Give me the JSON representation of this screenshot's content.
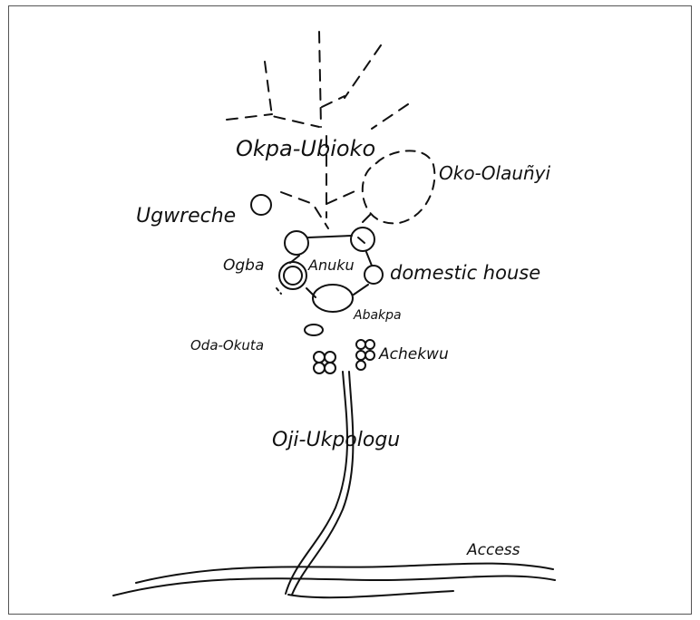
{
  "labels": {
    "okpa_ubioko": "Okpa-Ubioko",
    "oko_olaunyi": "Oko-Olauñyi",
    "ugwreche": "Ugwreche",
    "ogba": "Ogba",
    "anuku": "Anuku",
    "domestic_house": "domestic house",
    "abakpa": "Abakpa",
    "oda_okuta": "Oda-Okuta",
    "achekwu": "Achekwu",
    "oji_ukpologu": "Oji-Ukpologu",
    "access": "Access"
  },
  "colors": {
    "ink": "#111111",
    "frame": "#555555"
  }
}
